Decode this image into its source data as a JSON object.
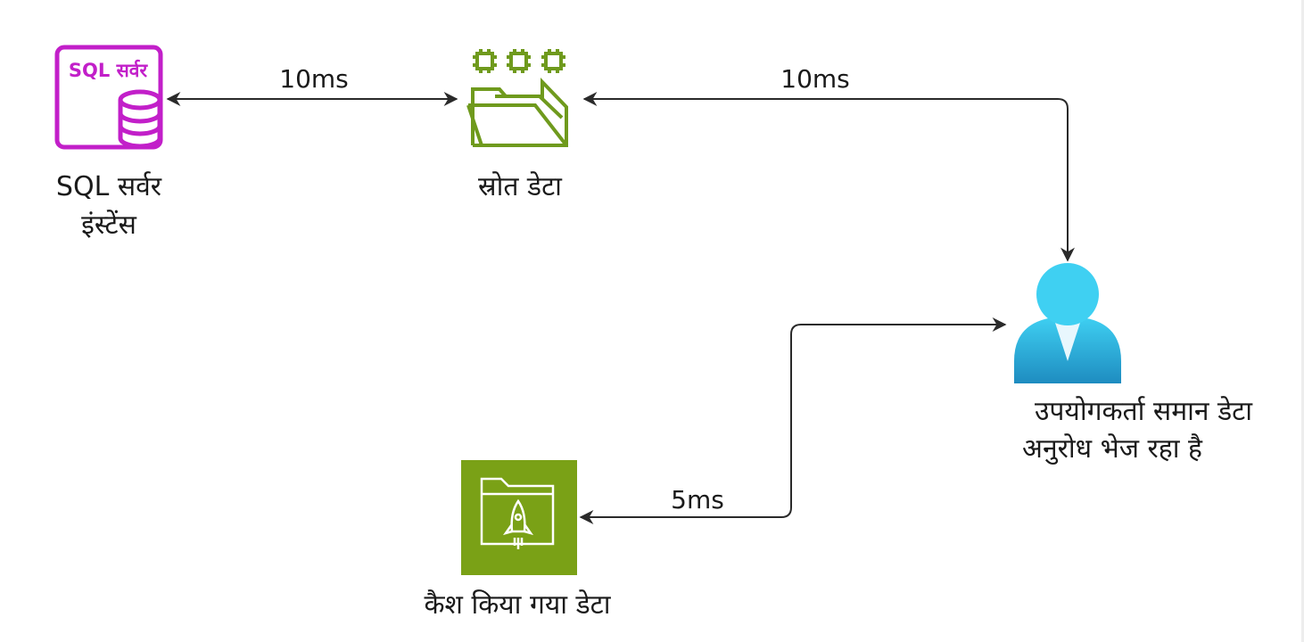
{
  "nodes": {
    "sql_server": {
      "icon_text": "SQL सर्वर",
      "label_line1": "SQL सर्वर",
      "label_line2": "इंस्टेंस",
      "color": "#c21fc9"
    },
    "source_data": {
      "label": "स्रोत डेटा",
      "color": "#6f9a1d"
    },
    "user": {
      "label_line1": "उपयोगकर्ता समान डेटा",
      "label_line2": "अनुरोध भेज रहा है",
      "color": "#2fb4dd"
    },
    "cached_data": {
      "label": "कैश किया गया डेटा",
      "color": "#7aa116"
    }
  },
  "edges": {
    "sql_to_source": {
      "latency": "10ms"
    },
    "source_to_user": {
      "latency": "10ms"
    },
    "user_to_cache": {
      "latency": "5ms"
    }
  },
  "colors": {
    "line": "#2a2a2a",
    "text": "#1a1a1a"
  }
}
